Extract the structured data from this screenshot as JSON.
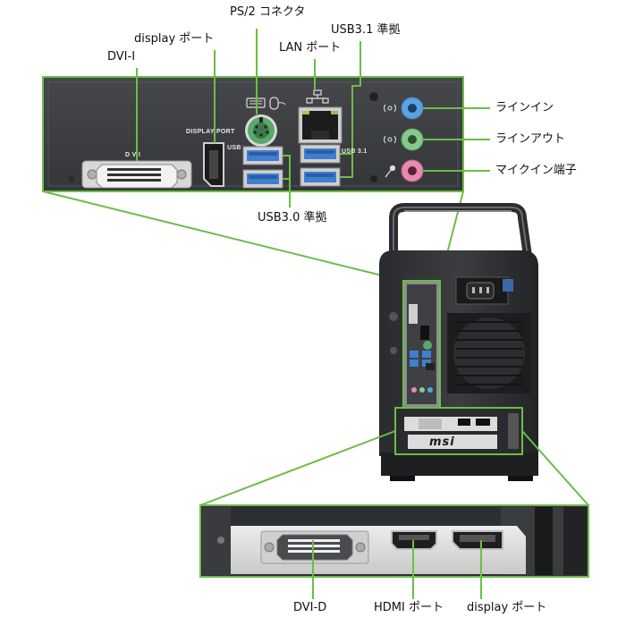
{
  "colors": {
    "callout_green": "#6cbd45",
    "panel_dark": "#3a3c3f",
    "port_blue": "#3f7fd0",
    "ps2_green": "#5aa86a",
    "audio_blue": "#5aa3e0",
    "audio_green": "#86c98a",
    "audio_pink": "#e58bb0"
  },
  "top_labels": {
    "ps2": "PS/2 コネクタ",
    "usb31": "USB3.1 準拠",
    "display": "display ポート",
    "lan": "LAN ポート",
    "dvi_i": "DVI-I",
    "usb30": "USB3.0 準拠"
  },
  "right_labels": {
    "line_in": "ラインイン",
    "line_out": "ラインアウト",
    "mic": "マイクイン端子"
  },
  "panel_print": {
    "display_port": "DISPLAY PORT",
    "usb": "USB",
    "usb31": "USB 3.1",
    "dvi": "D V I"
  },
  "bottom_labels": {
    "dvi_d": "DVI-D",
    "hdmi": "HDMI ポート",
    "display": "display ポート"
  },
  "gpu_logo": "msi",
  "icons": [
    "keyboard-icon",
    "mouse-icon",
    "network-icon",
    "line-in-icon",
    "line-out-icon",
    "mic-icon"
  ]
}
